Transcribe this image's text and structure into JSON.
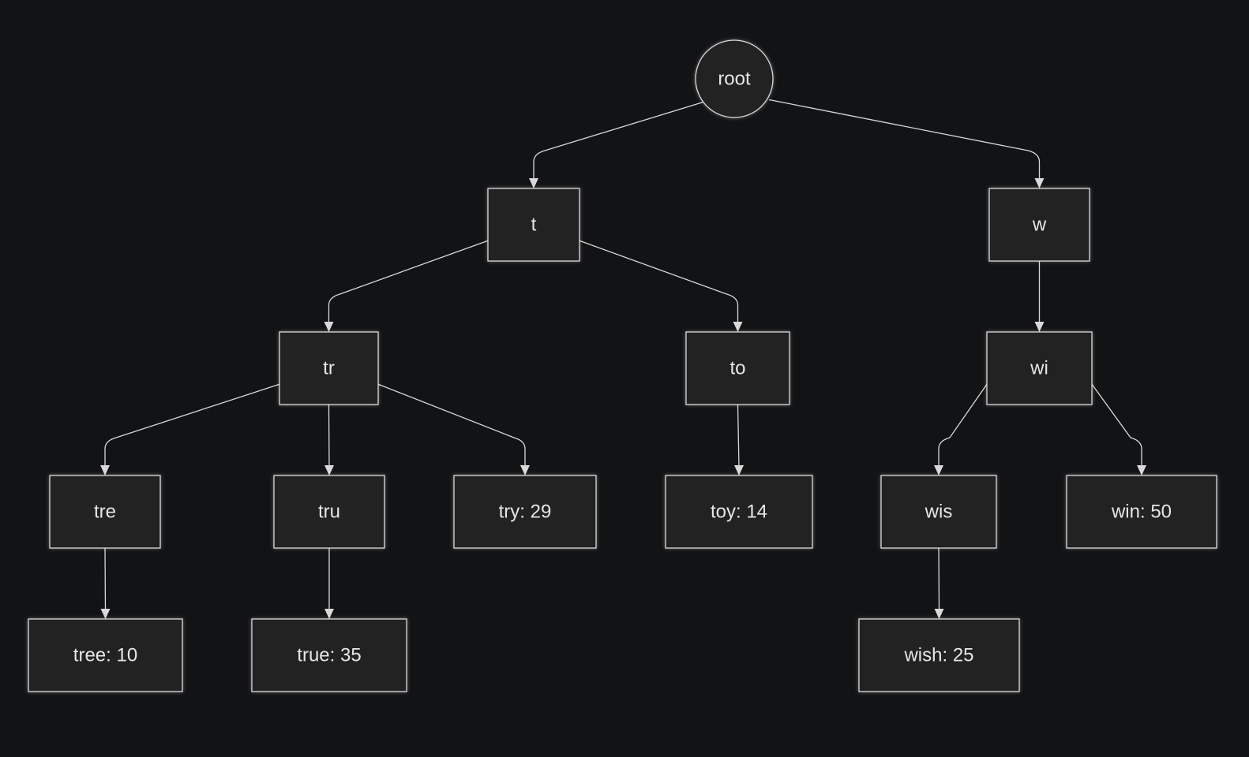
{
  "diagram": {
    "type": "trie",
    "nodes": {
      "root": {
        "label": "root",
        "shape": "circle"
      },
      "t": {
        "label": "t",
        "shape": "rect"
      },
      "w": {
        "label": "w",
        "shape": "rect"
      },
      "tr": {
        "label": "tr",
        "shape": "rect"
      },
      "to": {
        "label": "to",
        "shape": "rect"
      },
      "wi": {
        "label": "wi",
        "shape": "rect"
      },
      "tre": {
        "label": "tre",
        "shape": "rect"
      },
      "tru": {
        "label": "tru",
        "shape": "rect"
      },
      "try": {
        "label": "try: 29",
        "shape": "rect"
      },
      "toy": {
        "label": "toy: 14",
        "shape": "rect"
      },
      "wis": {
        "label": "wis",
        "shape": "rect"
      },
      "win": {
        "label": "win: 50",
        "shape": "rect"
      },
      "tree": {
        "label": "tree: 10",
        "shape": "rect"
      },
      "true": {
        "label": "true: 35",
        "shape": "rect"
      },
      "wish": {
        "label": "wish: 25",
        "shape": "rect"
      }
    },
    "edges": [
      {
        "from": "root",
        "to": "t"
      },
      {
        "from": "root",
        "to": "w"
      },
      {
        "from": "t",
        "to": "tr"
      },
      {
        "from": "t",
        "to": "to"
      },
      {
        "from": "w",
        "to": "wi"
      },
      {
        "from": "tr",
        "to": "tre"
      },
      {
        "from": "tr",
        "to": "tru"
      },
      {
        "from": "tr",
        "to": "try"
      },
      {
        "from": "to",
        "to": "toy"
      },
      {
        "from": "wi",
        "to": "wis"
      },
      {
        "from": "wi",
        "to": "win"
      },
      {
        "from": "tre",
        "to": "tree"
      },
      {
        "from": "tru",
        "to": "true"
      },
      {
        "from": "wis",
        "to": "wish"
      }
    ]
  },
  "colors": {
    "background": "#121315",
    "node_fill": "#222424",
    "stroke": "#d9d9d9",
    "text": "#e6e6e6"
  }
}
